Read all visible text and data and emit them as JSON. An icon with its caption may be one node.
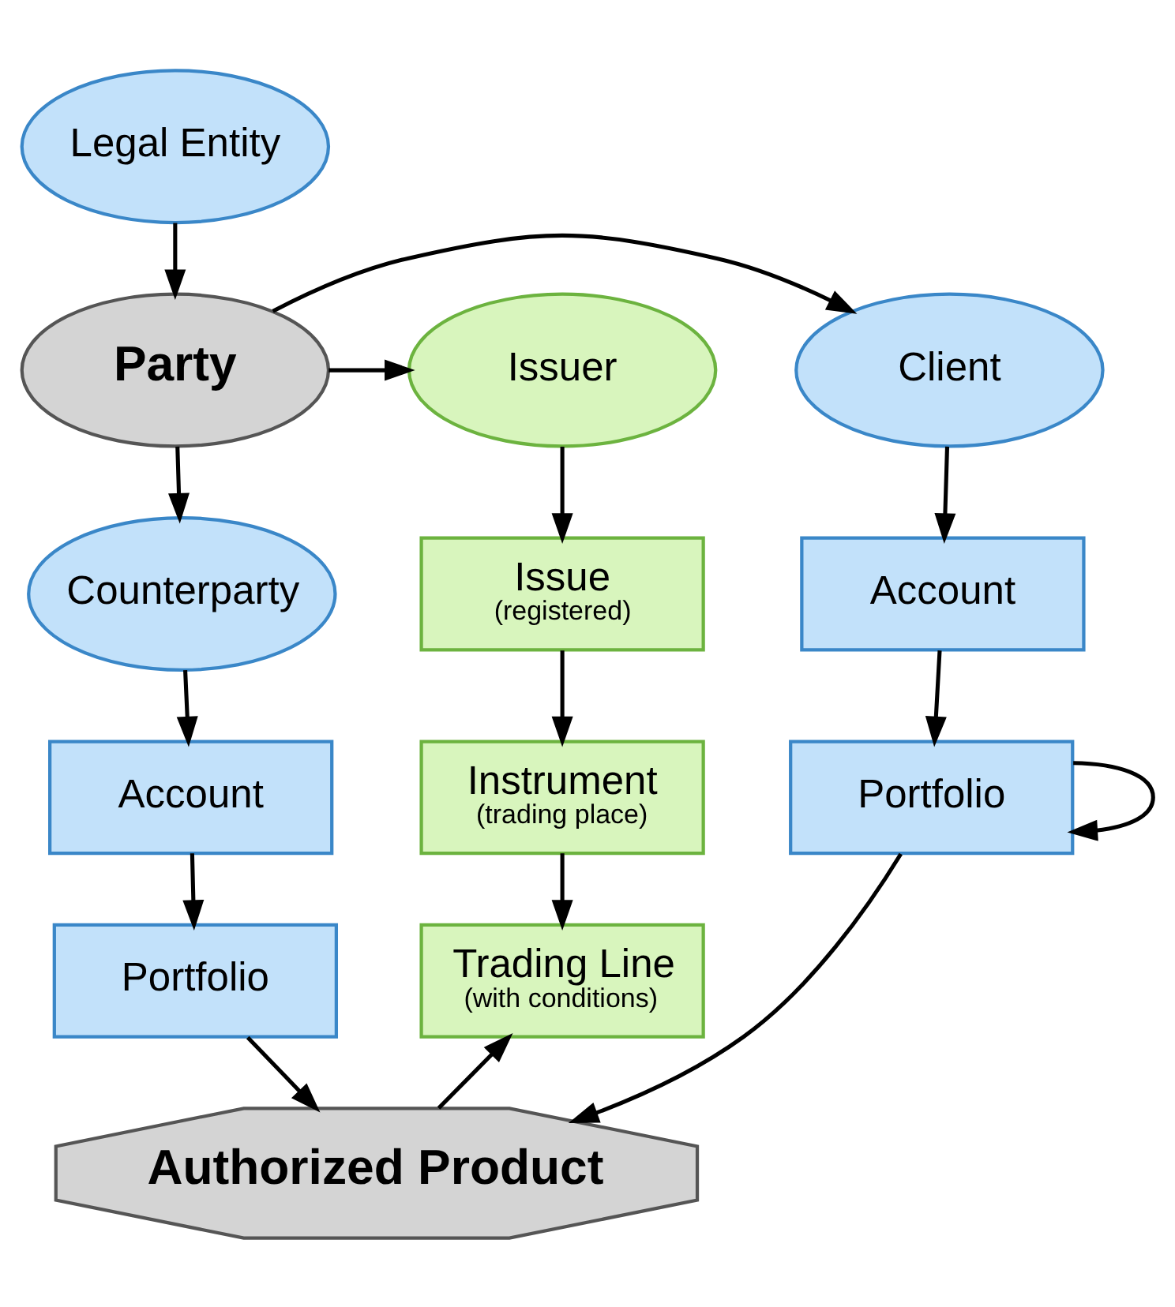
{
  "diagram": {
    "nodes": [
      {
        "text": [
          "Legal Entity"
        ]
      },
      {
        "text": [
          "Party"
        ]
      },
      {
        "text": [
          "Client"
        ]
      },
      {
        "text": [
          "Issuer"
        ]
      },
      {
        "text": [
          "Account"
        ]
      },
      {
        "text": [
          "Counterparty"
        ]
      },
      {
        "text": [
          "Issue",
          "(registered)"
        ]
      },
      {
        "text": [
          "Portfolio"
        ]
      },
      {
        "text": [
          "Account"
        ]
      },
      {
        "text": [
          "Instrument",
          "(trading place)"
        ]
      },
      {
        "text": [
          "Portfolio"
        ]
      },
      {
        "text": [
          "Trading Line",
          "(with conditions)"
        ]
      },
      {
        "text": [
          "Authorized Product"
        ]
      }
    ],
    "edges": [
      {
        "from": 0,
        "to": 1,
        "arrow": "to"
      },
      {
        "from": 1,
        "to": 2,
        "arrow": "to"
      },
      {
        "from": 1,
        "to": 3,
        "arrow": "to"
      },
      {
        "from": 1,
        "to": 5,
        "arrow": "to"
      },
      {
        "from": 2,
        "to": 4,
        "arrow": "to"
      },
      {
        "from": 3,
        "to": 6,
        "arrow": "to"
      },
      {
        "from": 4,
        "to": 7,
        "arrow": "to"
      },
      {
        "from": 7,
        "to": 7,
        "arrow": "to"
      },
      {
        "from": 5,
        "to": 8,
        "arrow": "to"
      },
      {
        "from": 6,
        "to": 9,
        "arrow": "to"
      },
      {
        "from": 8,
        "to": 10,
        "arrow": "to"
      },
      {
        "from": 9,
        "to": 11,
        "arrow": "to"
      },
      {
        "from": 7,
        "to": 12,
        "arrow": "to"
      },
      {
        "from": 10,
        "to": 12,
        "arrow": "to"
      },
      {
        "from": 12,
        "to": 11,
        "arrow": "to"
      }
    ]
  }
}
